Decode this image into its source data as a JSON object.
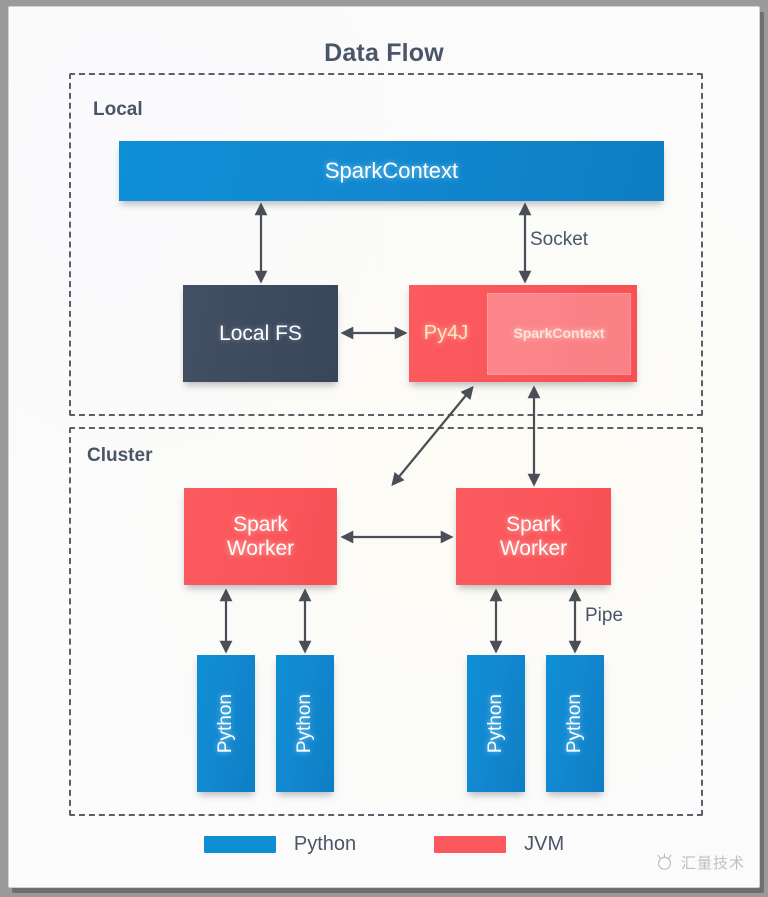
{
  "diagram": {
    "title": "Data Flow",
    "groups": [
      {
        "id": "local",
        "label": "Local"
      },
      {
        "id": "cluster",
        "label": "Cluster"
      }
    ],
    "nodes": {
      "sparkcontext_local": {
        "label": "SparkContext",
        "kind": "Python",
        "color": "#0e8ed4"
      },
      "local_fs": {
        "label": "Local FS",
        "kind": "Python",
        "color": "#3e4a5d"
      },
      "py4j": {
        "label": "Py4J",
        "kind": "JVM",
        "color": "#fb585d"
      },
      "sparkcontext_jvm": {
        "label": "SparkContext",
        "kind": "JVM",
        "color": "#fd8a8c"
      },
      "worker_left": {
        "line1": "Spark",
        "line2": "Worker",
        "kind": "JVM",
        "color": "#fb585d"
      },
      "worker_right": {
        "line1": "Spark",
        "line2": "Worker",
        "kind": "JVM",
        "color": "#fb585d"
      },
      "python_1": {
        "label": "Python",
        "kind": "Python",
        "color": "#0e8ed4"
      },
      "python_2": {
        "label": "Python",
        "kind": "Python",
        "color": "#0e8ed4"
      },
      "python_3": {
        "label": "Python",
        "kind": "Python",
        "color": "#0e8ed4"
      },
      "python_4": {
        "label": "Python",
        "kind": "Python",
        "color": "#0e8ed4"
      }
    },
    "edge_labels": {
      "socket": "Socket",
      "pipe": "Pipe"
    },
    "legend": [
      {
        "label": "Python",
        "color": "#0e8ed4"
      },
      {
        "label": "JVM",
        "color": "#fb585d"
      }
    ]
  },
  "watermark": {
    "text": "汇量技术",
    "icon": "logo-icon"
  },
  "chart_data": {
    "type": "diagram",
    "title": "Data Flow",
    "nodes": [
      {
        "id": "sparkcontext_local",
        "label": "SparkContext",
        "group": "Local",
        "kind": "Python"
      },
      {
        "id": "local_fs",
        "label": "Local FS",
        "group": "Local",
        "kind": "Python"
      },
      {
        "id": "py4j",
        "label": "Py4J",
        "group": "Local",
        "kind": "JVM"
      },
      {
        "id": "sparkcontext_jvm",
        "label": "SparkContext",
        "group": "Local",
        "kind": "JVM"
      },
      {
        "id": "worker_left",
        "label": "Spark Worker",
        "group": "Cluster",
        "kind": "JVM"
      },
      {
        "id": "worker_right",
        "label": "Spark Worker",
        "group": "Cluster",
        "kind": "JVM"
      },
      {
        "id": "python_1",
        "label": "Python",
        "group": "Cluster",
        "kind": "Python"
      },
      {
        "id": "python_2",
        "label": "Python",
        "group": "Cluster",
        "kind": "Python"
      },
      {
        "id": "python_3",
        "label": "Python",
        "group": "Cluster",
        "kind": "Python"
      },
      {
        "id": "python_4",
        "label": "Python",
        "group": "Cluster",
        "kind": "Python"
      }
    ],
    "edges": [
      {
        "from": "sparkcontext_local",
        "to": "local_fs",
        "arrow": "both",
        "label": ""
      },
      {
        "from": "sparkcontext_local",
        "to": "py4j",
        "arrow": "both",
        "label": "Socket"
      },
      {
        "from": "local_fs",
        "to": "py4j",
        "arrow": "both",
        "label": ""
      },
      {
        "from": "py4j",
        "to": "worker_left",
        "arrow": "both",
        "label": ""
      },
      {
        "from": "py4j",
        "to": "worker_right",
        "arrow": "both",
        "label": ""
      },
      {
        "from": "worker_left",
        "to": "worker_right",
        "arrow": "both",
        "label": ""
      },
      {
        "from": "worker_left",
        "to": "python_1",
        "arrow": "both",
        "label": ""
      },
      {
        "from": "worker_left",
        "to": "python_2",
        "arrow": "both",
        "label": ""
      },
      {
        "from": "worker_right",
        "to": "python_3",
        "arrow": "both",
        "label": ""
      },
      {
        "from": "worker_right",
        "to": "python_4",
        "arrow": "both",
        "label": "Pipe"
      }
    ],
    "legend": [
      "Python",
      "JVM"
    ],
    "legend_position": "bottom-center"
  }
}
